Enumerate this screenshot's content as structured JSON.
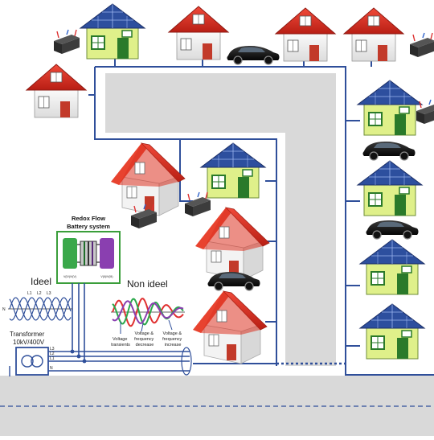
{
  "battery": {
    "title_line1": "Redox Flow",
    "title_line2": "Battery system",
    "tank_left_label": "V(IV)/V(V)",
    "tank_right_label": "V(II)/V(III)"
  },
  "waveforms": {
    "ideal_label": "Ideel",
    "nonideal_label": "Non ideel",
    "phase_labels": [
      "L1",
      "L2",
      "L3"
    ],
    "neutral_label": "N",
    "annotations": {
      "transients": [
        "Voltage",
        "transients"
      ],
      "decrease": [
        "Voltage &",
        "frequency",
        "decrease"
      ],
      "increase": [
        "Voltage &",
        "frequency",
        "increase"
      ]
    }
  },
  "transformer": {
    "title": "Transformer",
    "rating": "10kV/400V",
    "busbar_labels": [
      "L3",
      "L2",
      "L1",
      "N"
    ]
  },
  "colors": {
    "cable": "#2f4f9a",
    "road": "#d9d9d9",
    "roof_red": "#d42a1f",
    "wall_green": "#dff08a",
    "solar_panel": "#1e3c8c",
    "phase_red": "#e03030",
    "phase_green": "#2aa84a",
    "phase_purple": "#8a3fb0",
    "battery_frame": "#3a9e3a"
  },
  "icons": {
    "house_solar": "house-with-solar-panel-icon",
    "house_plain": "house-icon",
    "ev": "electric-car-icon",
    "charger": "home-battery-charger-icon"
  }
}
